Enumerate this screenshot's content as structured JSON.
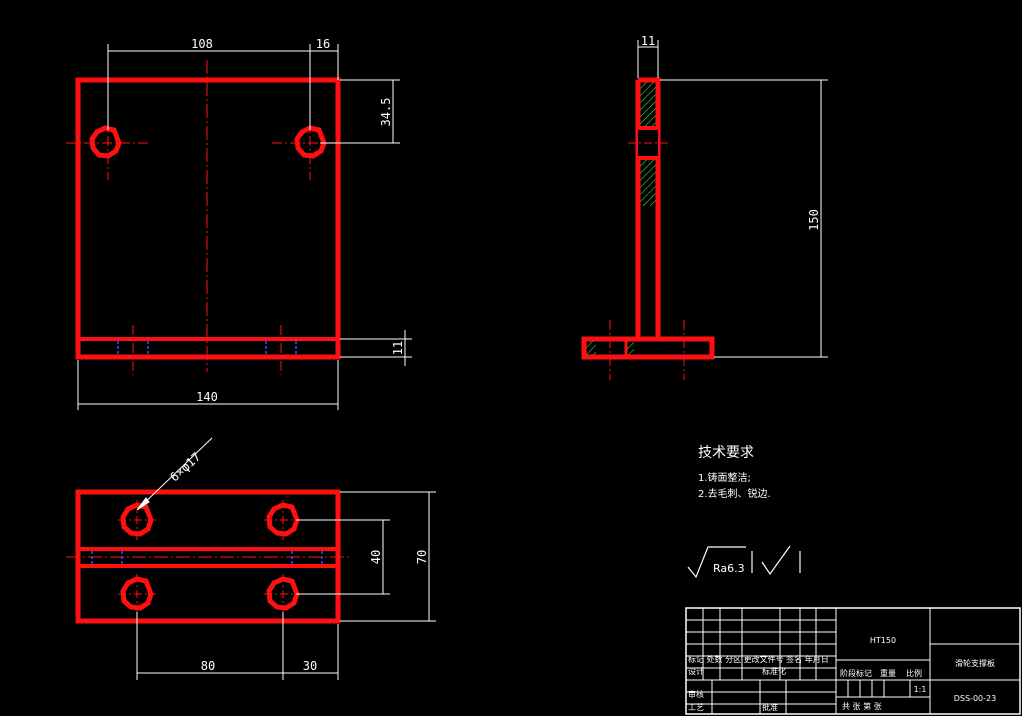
{
  "front_view": {
    "dim_top_width": "108",
    "dim_top_offset": "16",
    "dim_hole_v": "34.5",
    "dim_base_h": "11",
    "dim_total_width": "140"
  },
  "side_view": {
    "dim_thickness": "11",
    "dim_height": "150"
  },
  "top_view": {
    "hole_note": "6×φ17",
    "dim_hole_spacing_v": "40",
    "dim_depth": "70",
    "dim_hole_spacing_h": "80",
    "dim_offset": "30"
  },
  "tech": {
    "title": "技术要求",
    "item1": "1.铸面整洁;",
    "item2": "2.去毛刺、锐边."
  },
  "roughness": {
    "value": "Ra6.3"
  },
  "title_block": {
    "material": "HT150",
    "part_name": "滑轮支撑板",
    "drawing_no": "DSS-00-23",
    "scale": "1:1",
    "row_label_1": "标记 处数 分区 更改文件号 签名 年月日",
    "row_label_2": "设计",
    "row_label_3": "标准化",
    "row_label_4": "审核",
    "row_label_5": "工艺",
    "row_label_6": "批准",
    "stage_label": "阶段标记",
    "weight_label": "重量",
    "scale_label": "比例",
    "sheet_label": "共 张 第 张"
  }
}
